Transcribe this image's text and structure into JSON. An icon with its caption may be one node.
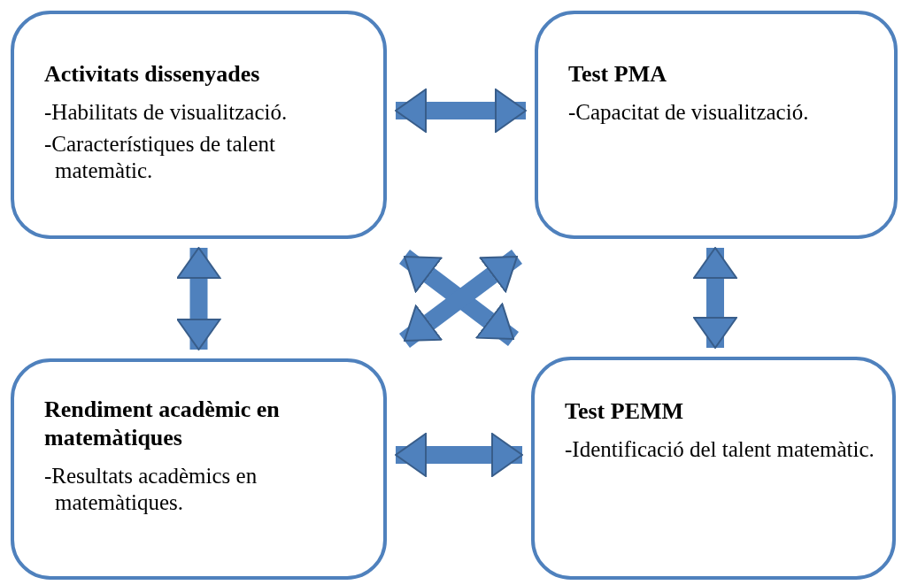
{
  "diagram": {
    "nodes": [
      {
        "text": [
          "Activitats dissenyades",
          "-Habilitats de visualització.",
          "-Característiques de talent matemàtic."
        ]
      },
      {
        "text": [
          "Test PMA",
          "-Capacitat de visualització."
        ]
      },
      {
        "text": [
          "Rendiment acadèmic en matemàtiques",
          "-Resultats acadèmics en matemàtiques."
        ]
      },
      {
        "text": [
          "Test PEMM",
          "-Identificació del talent matemàtic."
        ]
      }
    ],
    "edges": [
      {
        "from": 0,
        "to": 1,
        "arrow": "both"
      },
      {
        "from": 0,
        "to": 2,
        "arrow": "both"
      },
      {
        "from": 0,
        "to": 3,
        "arrow": "both"
      },
      {
        "from": 1,
        "to": 2,
        "arrow": "both"
      },
      {
        "from": 1,
        "to": 3,
        "arrow": "both"
      },
      {
        "from": 2,
        "to": 3,
        "arrow": "both"
      }
    ]
  }
}
